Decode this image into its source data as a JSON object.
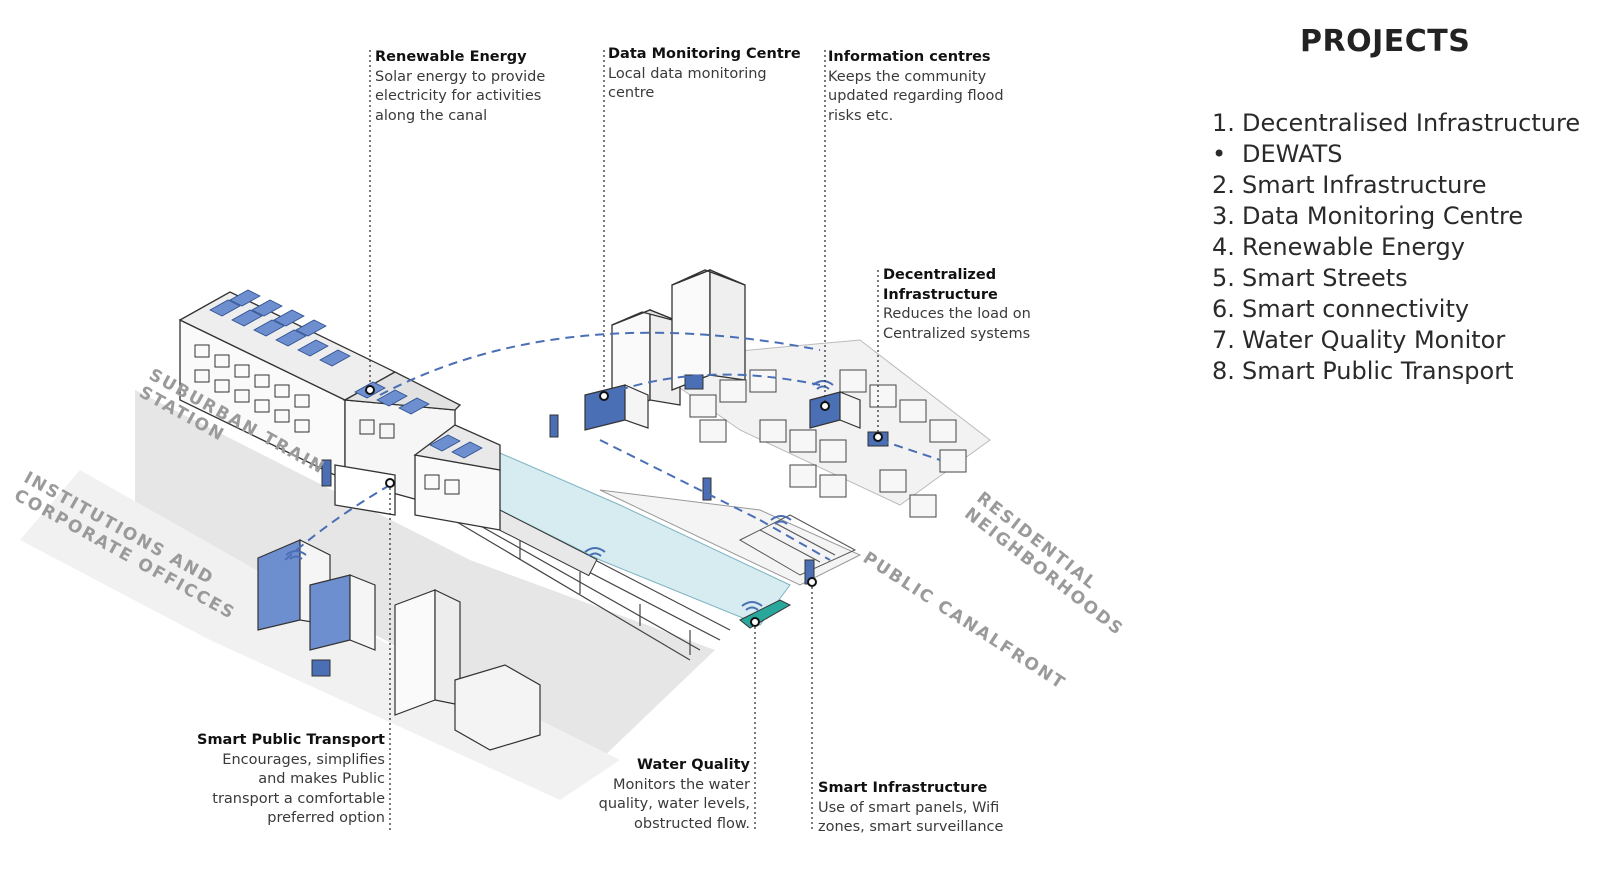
{
  "projects": {
    "title": "PROJECTS",
    "items": [
      {
        "marker": "1.",
        "label": "Decentralised Infrastructure"
      },
      {
        "marker": "•",
        "label": "DEWATS"
      },
      {
        "marker": "2.",
        "label": "Smart Infrastructure"
      },
      {
        "marker": "3.",
        "label": "Data Monitoring Centre"
      },
      {
        "marker": "4.",
        "label": "Renewable Energy"
      },
      {
        "marker": "5.",
        "label": "Smart Streets"
      },
      {
        "marker": "6.",
        "label": "Smart connectivity"
      },
      {
        "marker": "7.",
        "label": "Water Quality Monitor"
      },
      {
        "marker": "8.",
        "label": "Smart Public Transport"
      }
    ]
  },
  "callouts": {
    "renewable": {
      "title": "Renewable Energy",
      "body": "Solar energy to provide\nelectricity for activities\nalong the canal"
    },
    "data_centre": {
      "title": "Data Monitoring Centre",
      "body": "Local data monitoring\ncentre"
    },
    "info_centres": {
      "title": "Information centres",
      "body": "Keeps the community\nupdated regarding flood\nrisks etc."
    },
    "decentralized": {
      "title": "Decentralized\nInfrastructure",
      "body": "Reduces the load on\nCentralized systems"
    },
    "transport": {
      "title": "Smart Public Transport",
      "body": "Encourages, simplifies\nand makes Public\ntransport a comfortable\npreferred option"
    },
    "water": {
      "title": "Water Quality",
      "body": "Monitors the water\nquality, water levels,\nobstructed flow."
    },
    "smart_infra": {
      "title": "Smart Infrastructure",
      "body": "Use of smart panels, Wifi\nzones, smart surveillance"
    }
  },
  "zones": {
    "train": "SUBURBAN TRAIN\nSTATION",
    "institutions": "INSTITUTIONS AND\nCORPORATE OFFICCES",
    "residential": "RESIDENTIAL\nNEIGHBORHOODS",
    "canalfront": "PUBLIC CANALFRONT"
  },
  "colors": {
    "accent_blue": "#4a6fb5",
    "panel_blue": "#6d8fcf",
    "canal_cyan": "#cfe9ee",
    "water_teal": "#2aa79b",
    "outline": "#333333"
  }
}
